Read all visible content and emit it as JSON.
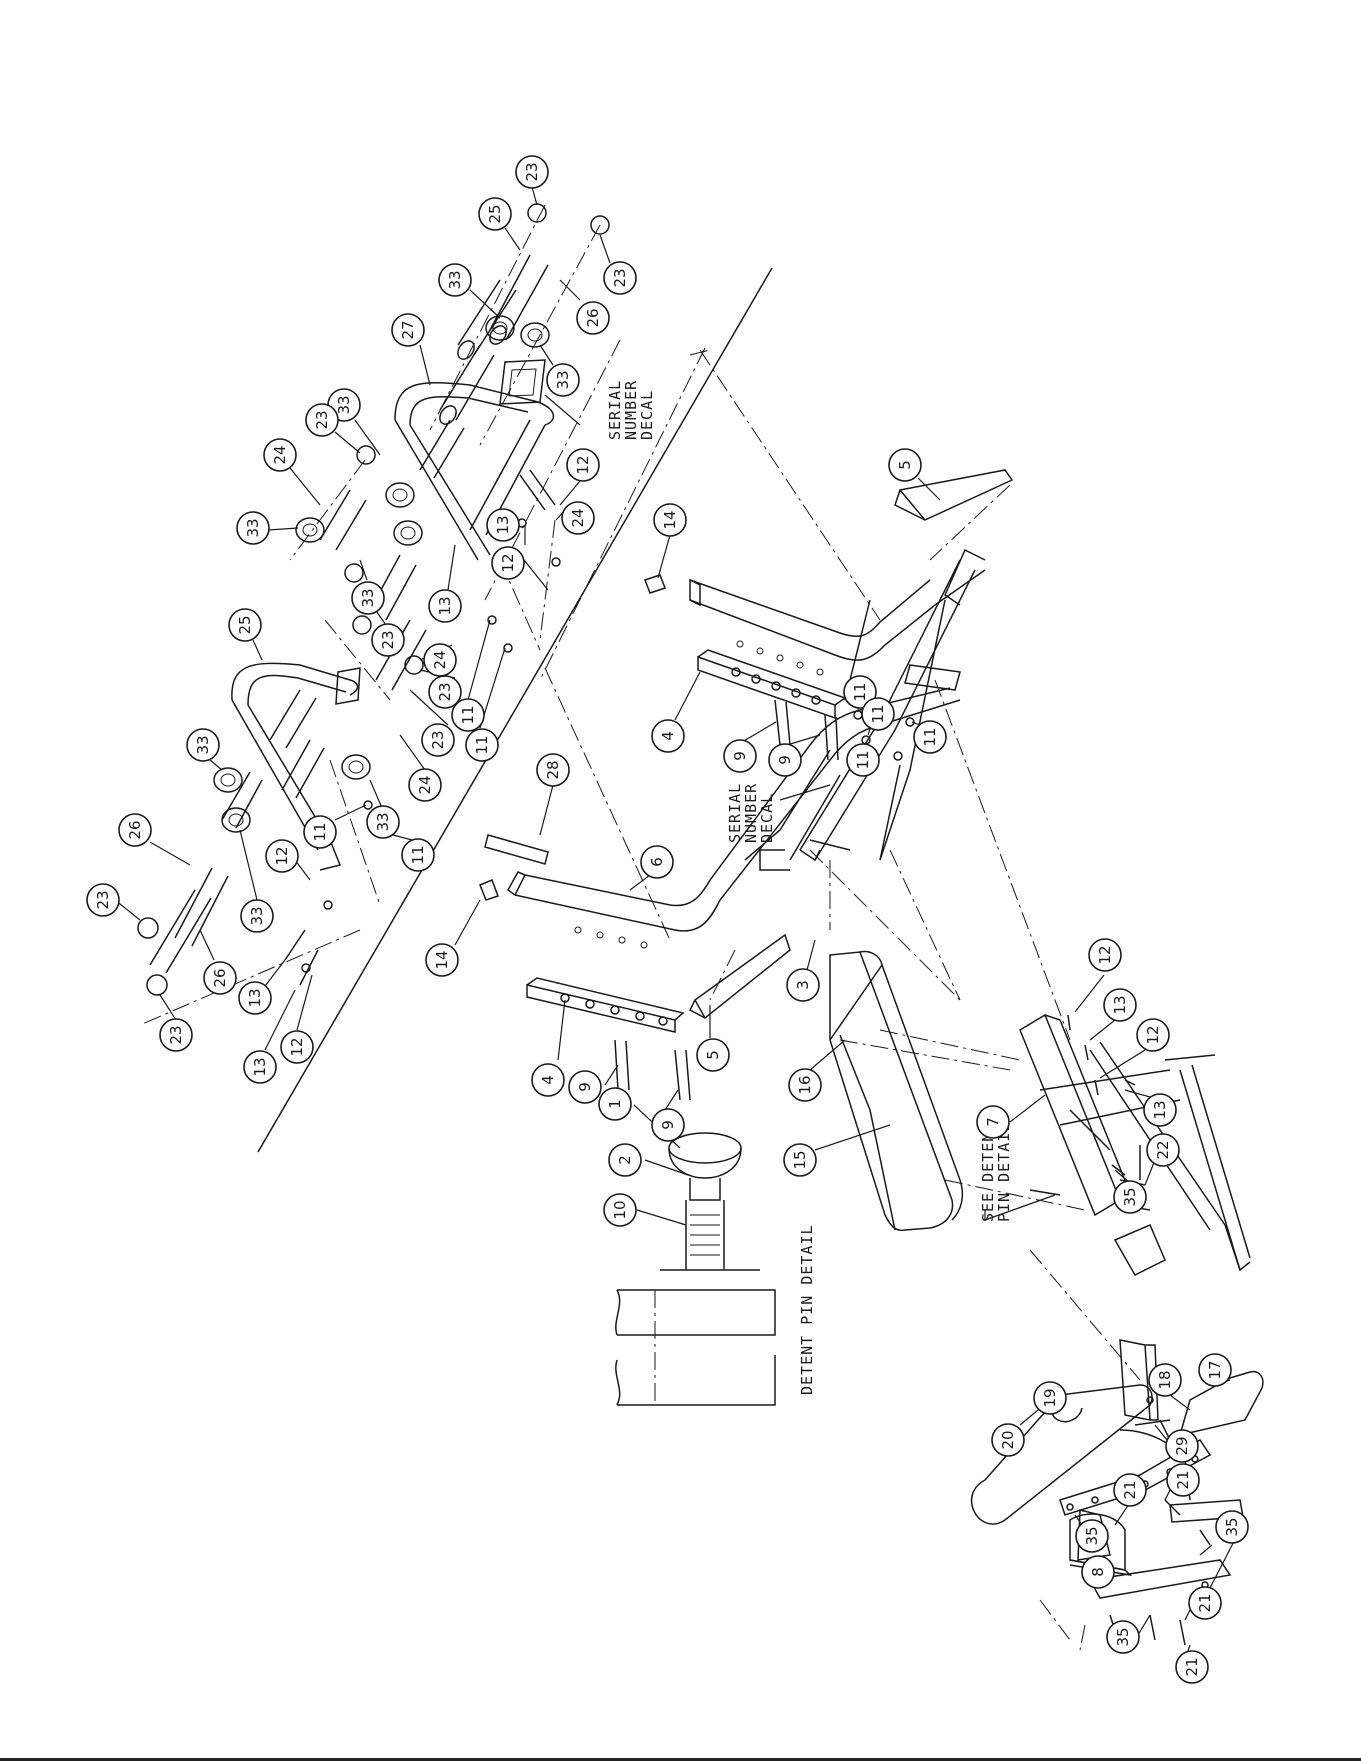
{
  "colors": {
    "ink": "#1a1a1a",
    "paper": "#ffffff"
  },
  "notes": {
    "serial_decal_top": [
      "SERIAL",
      "NUMBER",
      "DECAL"
    ],
    "serial_decal_mid": [
      "SERIAL",
      "NUMBER",
      "DECAL"
    ],
    "see_detent": [
      "SEE DETENT",
      "PIN DETAIL"
    ],
    "detent_detail_title": "DETENT PIN DETAIL"
  },
  "callouts": [
    {
      "label": "23"
    },
    {
      "label": "25"
    },
    {
      "label": "23"
    },
    {
      "label": "33"
    },
    {
      "label": "26"
    },
    {
      "label": "27"
    },
    {
      "label": "33"
    },
    {
      "label": "33"
    },
    {
      "label": "23"
    },
    {
      "label": "24"
    },
    {
      "label": "33"
    },
    {
      "label": "24"
    },
    {
      "label": "13"
    },
    {
      "label": "12"
    },
    {
      "label": "12"
    },
    {
      "label": "13"
    },
    {
      "label": "33"
    },
    {
      "label": "23"
    },
    {
      "label": "24"
    },
    {
      "label": "23"
    },
    {
      "label": "25"
    },
    {
      "label": "11"
    },
    {
      "label": "11"
    },
    {
      "label": "23"
    },
    {
      "label": "24"
    },
    {
      "label": "33"
    },
    {
      "label": "33"
    },
    {
      "label": "11"
    },
    {
      "label": "11"
    },
    {
      "label": "26"
    },
    {
      "label": "12"
    },
    {
      "label": "23"
    },
    {
      "label": "33"
    },
    {
      "label": "26"
    },
    {
      "label": "23"
    },
    {
      "label": "13"
    },
    {
      "label": "13"
    },
    {
      "label": "12"
    },
    {
      "label": "14"
    },
    {
      "label": "5"
    },
    {
      "label": "4"
    },
    {
      "label": "9"
    },
    {
      "label": "9"
    },
    {
      "label": "11"
    },
    {
      "label": "11"
    },
    {
      "label": "11"
    },
    {
      "label": "11"
    },
    {
      "label": "28"
    },
    {
      "label": "6"
    },
    {
      "label": "14"
    },
    {
      "label": "4"
    },
    {
      "label": "9"
    },
    {
      "label": "9"
    },
    {
      "label": "5"
    },
    {
      "label": "3"
    },
    {
      "label": "16"
    },
    {
      "label": "15"
    },
    {
      "label": "12"
    },
    {
      "label": "13"
    },
    {
      "label": "12"
    },
    {
      "label": "13"
    },
    {
      "label": "7"
    },
    {
      "label": "35"
    },
    {
      "label": "22"
    },
    {
      "label": "1"
    },
    {
      "label": "2"
    },
    {
      "label": "10"
    },
    {
      "label": "20"
    },
    {
      "label": "19"
    },
    {
      "label": "18"
    },
    {
      "label": "17"
    },
    {
      "label": "29"
    },
    {
      "label": "21"
    },
    {
      "label": "21"
    },
    {
      "label": "35"
    },
    {
      "label": "8"
    },
    {
      "label": "35"
    },
    {
      "label": "21"
    },
    {
      "label": "35"
    },
    {
      "label": "21"
    }
  ]
}
